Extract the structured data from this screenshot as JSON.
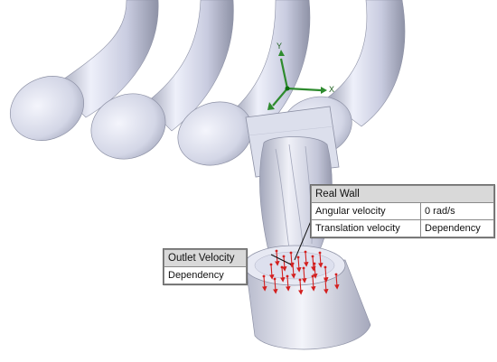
{
  "triad": {
    "x_label": "X",
    "y_label": "Y",
    "axis_color": "#2e8b2e",
    "origin_color": "#0a6e0a"
  },
  "real_wall": {
    "title": "Real Wall",
    "rows": [
      {
        "label": "Angular velocity",
        "value": "0 rad/s"
      },
      {
        "label": "Translation velocity",
        "value": "Dependency"
      }
    ]
  },
  "outlet_velocity": {
    "title": "Outlet Velocity",
    "value": "Dependency"
  },
  "colors": {
    "arrow": "#d31f1f",
    "model_light": "#eceef8",
    "model_mid": "#b9bdcf",
    "model_dark": "#8b8fa3",
    "callout_header": "#d9d9d9"
  },
  "icons": [
    "coordinate-triad-icon",
    "velocity-arrow-icon"
  ]
}
